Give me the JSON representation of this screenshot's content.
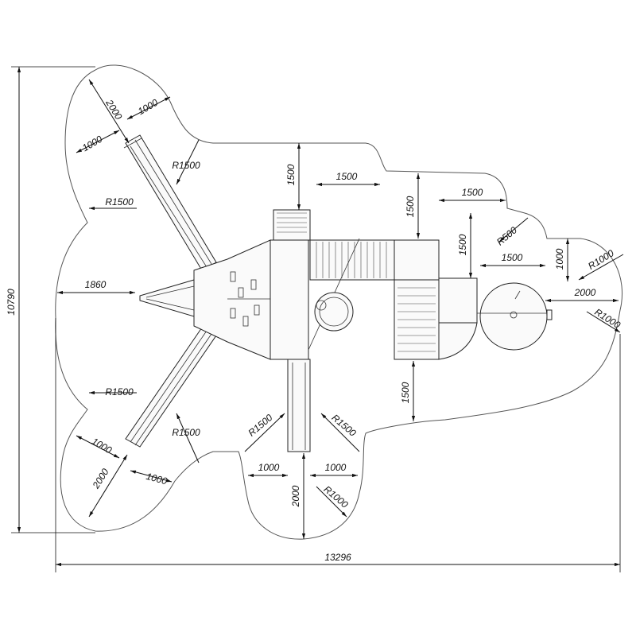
{
  "labels": {
    "overall_width": "13296",
    "overall_height": "10790",
    "left_offset": "1860",
    "slide_tl_length": "2000",
    "slide_tl_side_a": "1000",
    "slide_tl_side_b": "1000",
    "slide_tl_radius": "R1500",
    "left_upper_radius": "R1500",
    "left_lower_radius": "R1500",
    "slide_bl_radius": "R1500",
    "slide_bl_length": "2000",
    "slide_bl_side_a": "1000",
    "slide_bl_side_b": "1000",
    "top_clear_vertical": "1500",
    "top_clear_horizontal": "1500",
    "step1_vertical": "1500",
    "step1_horizontal": "1500",
    "step2_vertical": "1500",
    "step2_radius": "R500",
    "step2_horizontal": "1500",
    "right_vertical": "1000",
    "right_radius_top": "R1000",
    "right_horizontal": "2000",
    "right_radius_bottom": "R1000",
    "bottom_right_vertical": "1500",
    "bottom_slide_radius_left": "R1500",
    "bottom_slide_radius_right": "R1500",
    "bottom_slide_side_left": "1000",
    "bottom_slide_side_right": "1000",
    "bottom_slide_length": "2000",
    "bottom_slide_radius_end": "R1000"
  }
}
